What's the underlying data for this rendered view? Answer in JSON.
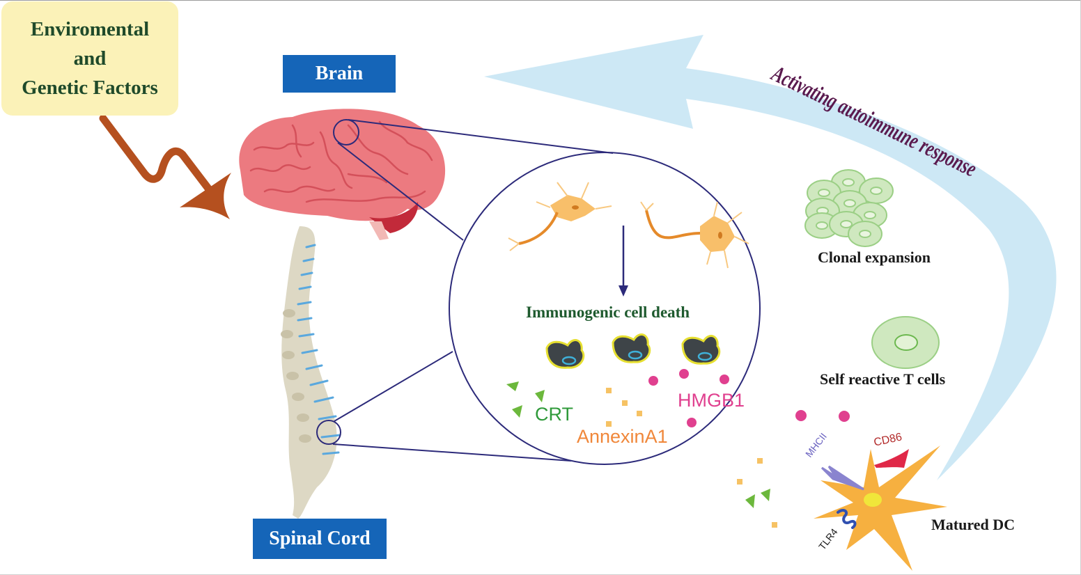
{
  "labels": {
    "factors_line1": "Enviromental",
    "factors_line2": "and",
    "factors_line3": "Genetic Factors",
    "brain": "Brain",
    "spinal_cord": "Spinal Cord",
    "activating": "Activating autoimmune response",
    "immunogenic": "Immunogenic cell death",
    "crt": "CRT",
    "annexin": "AnnexinA1",
    "hmgb1": "HMGB1",
    "clonal": "Clonal expansion",
    "self_reactive": "Self reactive T cells",
    "matured_dc": "Matured DC",
    "mhcii": "MHCII",
    "cd86": "CD86",
    "tlr4": "TLR4"
  },
  "colors": {
    "factors_bg": "#fbf2b8",
    "factors_text": "#1f4a2a",
    "label_box": "#1565b8",
    "pathway_arrow": "#cde8f5",
    "activating_text": "#5a1a4e",
    "factor_arrow": "#b5501f",
    "zoom_lines": "#2c2a7a",
    "crt": "#2f9a3a",
    "annexin": "#f0873a",
    "hmgb1": "#e0408f",
    "dc_body": "#f6b040",
    "t_cell": "#cfe8bf"
  }
}
